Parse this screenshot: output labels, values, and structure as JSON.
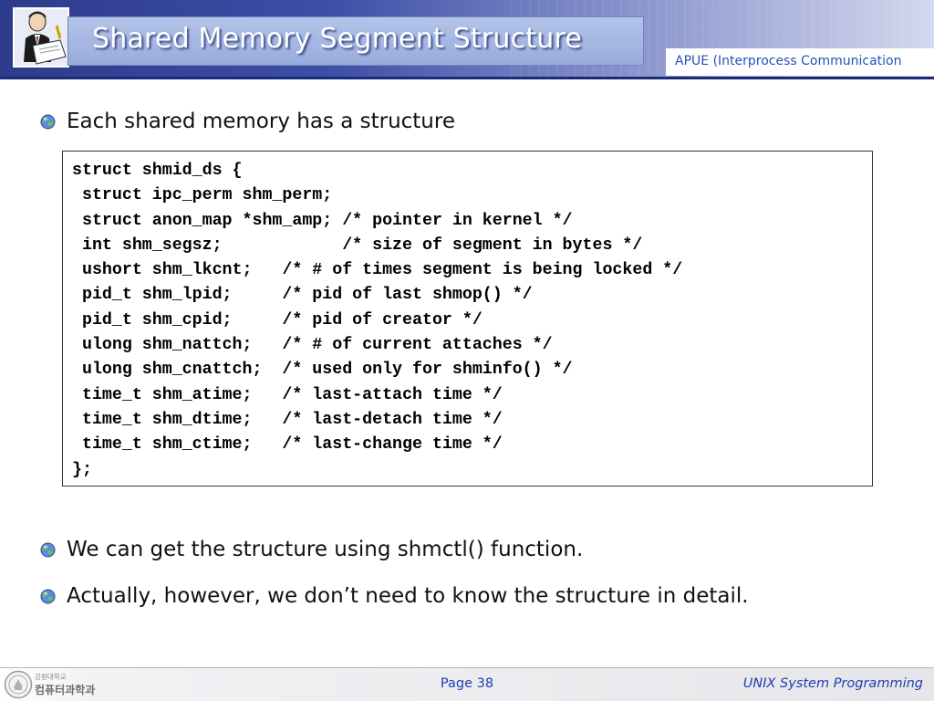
{
  "header": {
    "title": "Shared Memory Segment Structure",
    "subtitle": "APUE (Interprocess Communication",
    "logo_icon": "reader-with-book-icon"
  },
  "body": {
    "bullet1": "Each shared memory has a structure",
    "code_lines": [
      "struct shmid_ds {",
      " struct ipc_perm shm_perm;",
      " struct anon_map *shm_amp; /* pointer in kernel */",
      " int shm_segsz;            /* size of segment in bytes */",
      " ushort shm_lkcnt;   /* # of times segment is being locked */",
      " pid_t shm_lpid;     /* pid of last shmop() */",
      " pid_t shm_cpid;     /* pid of creator */",
      " ulong shm_nattch;   /* # of current attaches */",
      " ulong shm_cnattch;  /* used only for shminfo() */",
      " time_t shm_atime;   /* last-attach time */",
      " time_t shm_dtime;   /* last-detach time */",
      " time_t shm_ctime;   /* last-change time */",
      "};"
    ],
    "bullet2": "We can get the structure using shmctl() function.",
    "bullet3": "Actually, however, we don’t need to know the structure in detail.",
    "bullet_icon": "globe-bullet-icon"
  },
  "footer": {
    "school_line1": "강원대학교",
    "school_line2": "컴퓨터과학과",
    "page": "Page 38",
    "course": "UNIX System Programming"
  },
  "colors": {
    "header_dark": "#2e3b8c",
    "title_box": "#a6b7e2",
    "subtitle_text": "#2453b8",
    "footer_text": "#1f3fb0"
  }
}
